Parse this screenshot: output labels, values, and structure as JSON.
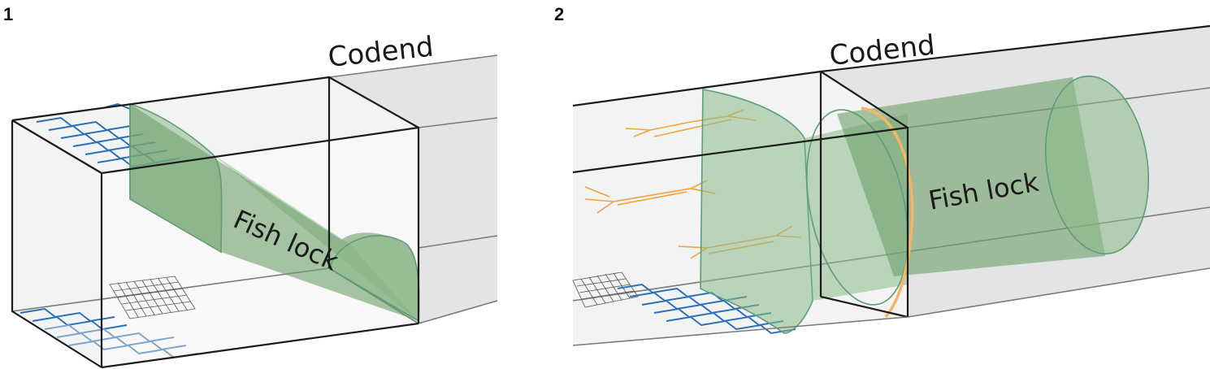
{
  "panels": [
    {
      "number": "1",
      "labels": {
        "codend": "Codend",
        "fish_lock": "Fish lock"
      }
    },
    {
      "number": "2",
      "labels": {
        "codend": "Codend",
        "fish_lock": "Fish lock"
      }
    }
  ],
  "colors": {
    "net_blue": "#2a6fb8",
    "fish_lock_green": "#8db98a",
    "rope_orange": "#f2a23a",
    "frame_edge": "#1b1b1b"
  }
}
